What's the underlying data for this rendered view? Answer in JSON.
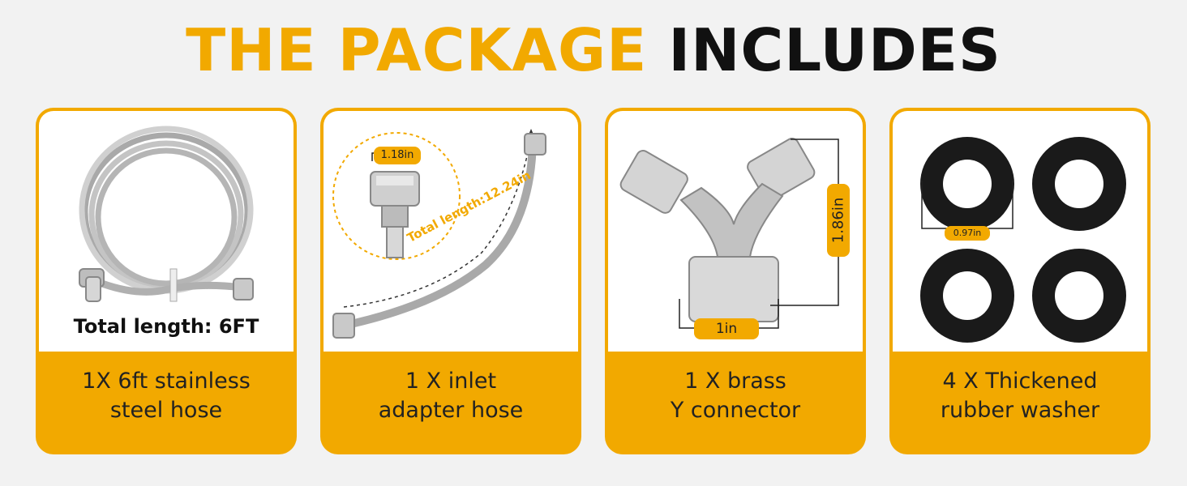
{
  "headline": {
    "part1": "THE PACKAGE",
    "part2": "INCLUDES"
  },
  "colors": {
    "accent": "#f2a900",
    "dark": "#111111"
  },
  "cards": [
    {
      "caption_line1": "1X 6ft stainless",
      "caption_line2": "steel hose",
      "label": "Total length: 6FT",
      "icon": "coiled-hose"
    },
    {
      "caption_line1": "1 X inlet",
      "caption_line2": "adapter hose",
      "dim_top": "1.18in",
      "dim_length": "Total length:12.24in",
      "icon": "adapter-hose"
    },
    {
      "caption_line1": "1 X brass",
      "caption_line2": "Y connector",
      "dim_height": "1.86in",
      "dim_width": "1in",
      "icon": "y-connector"
    },
    {
      "caption_line1": "4 X Thickened",
      "caption_line2": "rubber washer",
      "dim_width": "0.97in",
      "icon": "rubber-washer"
    }
  ]
}
